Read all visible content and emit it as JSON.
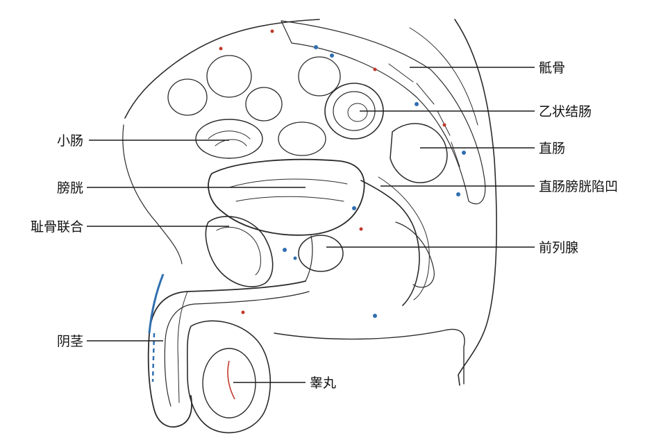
{
  "labels": {
    "sacrum": "骶骨",
    "sigmoid_colon": "乙状结肠",
    "small_intestine": "小肠",
    "rectum": "直肠",
    "bladder": "膀胱",
    "rectovesical_pouch": "直肠膀胱陷凹",
    "pubic_symphysis": "耻骨联合",
    "prostate": "前列腺",
    "penis": "阴茎",
    "testis": "睾丸"
  },
  "colors": {
    "vessel_blue": "#2f6fb0",
    "vessel_red": "#c0392b",
    "ink": "#2a2a2a",
    "label": "#111111"
  }
}
